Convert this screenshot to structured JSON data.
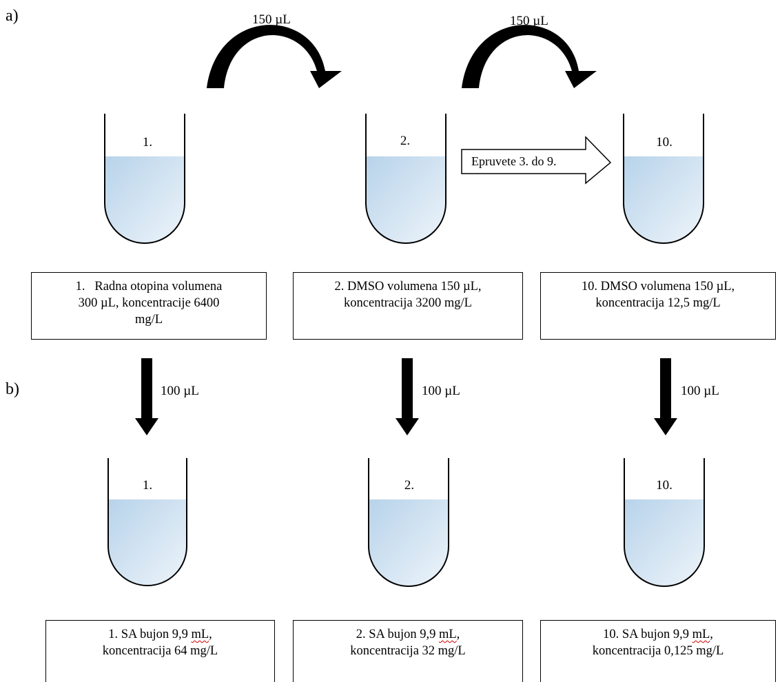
{
  "labels": {
    "section_a": "a)",
    "section_b": "b)"
  },
  "transfers": {
    "curved_1": "150 µL",
    "curved_2": "150 µL",
    "down_1": "100 µL",
    "down_2": "100 µL",
    "down_3": "100 µL"
  },
  "tubes_top": [
    "1.",
    "2.",
    "10."
  ],
  "tubes_bottom": [
    "1.",
    "2.",
    "10."
  ],
  "range_arrow": "Epruvete 3. do 9.",
  "boxes_top": [
    {
      "line1": "1.   Radna otopina volumena",
      "line2": "300 µL, koncentracije 6400",
      "line3": "mg/L"
    },
    {
      "line1": "2. DMSO volumena 150 µL,",
      "line2": "koncentracija 3200 mg/L"
    },
    {
      "line1": "10. DMSO volumena 150 µL,",
      "line2": "koncentracija 12,5 mg/L"
    }
  ],
  "boxes_bottom": [
    {
      "pre": "1. SA bujon 9,9 ",
      "unit": "mL",
      "post": ",",
      "line2": "koncentracija 64 mg/L"
    },
    {
      "pre": "2. SA bujon 9,9 ",
      "unit": "mL",
      "post": ",",
      "line2": "koncentracija 32 mg/L"
    },
    {
      "pre": "10. SA bujon 9,9 ",
      "unit": "mL",
      "post": ",",
      "line2": "koncentracija 0,125 mg/L"
    }
  ],
  "colors": {
    "liquid_top": "#b7d3ea",
    "liquid_bottom": "#eef4fa",
    "ink": "#000000",
    "spellcheck": "#d00000"
  }
}
